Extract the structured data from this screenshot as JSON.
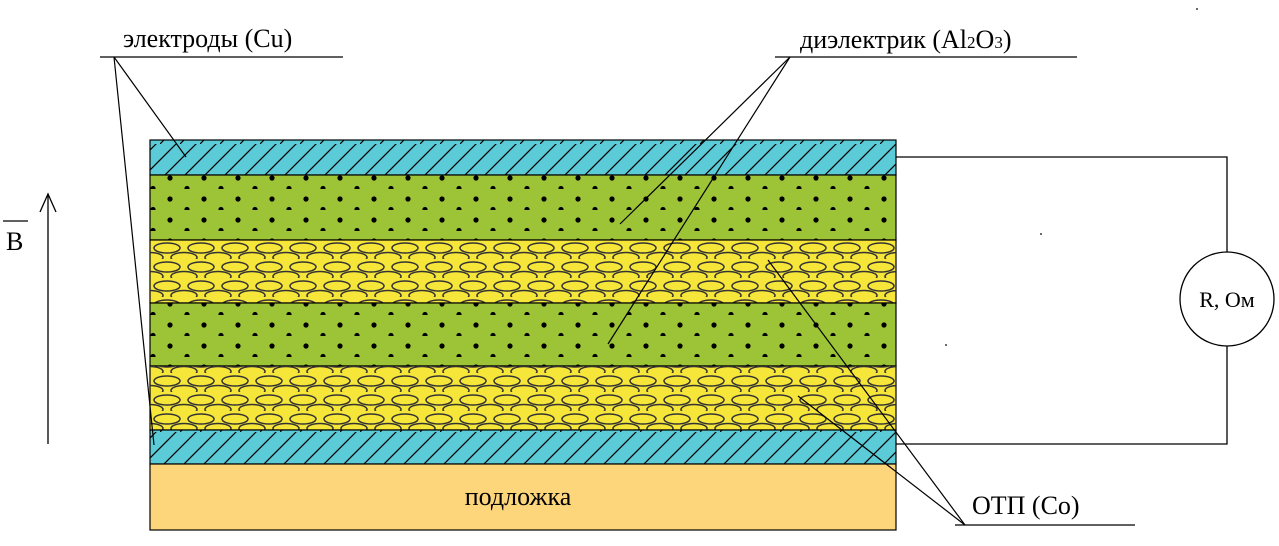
{
  "labels": {
    "electrodes": "электроды (Cu)",
    "dielectric_prefix": "диэлектрик (Al",
    "dielectric_sub1": "2",
    "dielectric_mid": "O",
    "dielectric_sub2": "3",
    "dielectric_suffix": ")",
    "ftp": "ОТП (Co)",
    "substrate": "подложка",
    "resistance": "R, Ом",
    "field": "B"
  },
  "colors": {
    "electrode": "#5bcbd8",
    "dielectric": "#9dc437",
    "ftp": "#f7e63a",
    "substrate": "#fdd67b",
    "line": "#000000"
  },
  "layers_top_to_bottom": [
    "electrode",
    "dielectric",
    "ftp",
    "dielectric",
    "ftp",
    "electrode",
    "substrate"
  ]
}
